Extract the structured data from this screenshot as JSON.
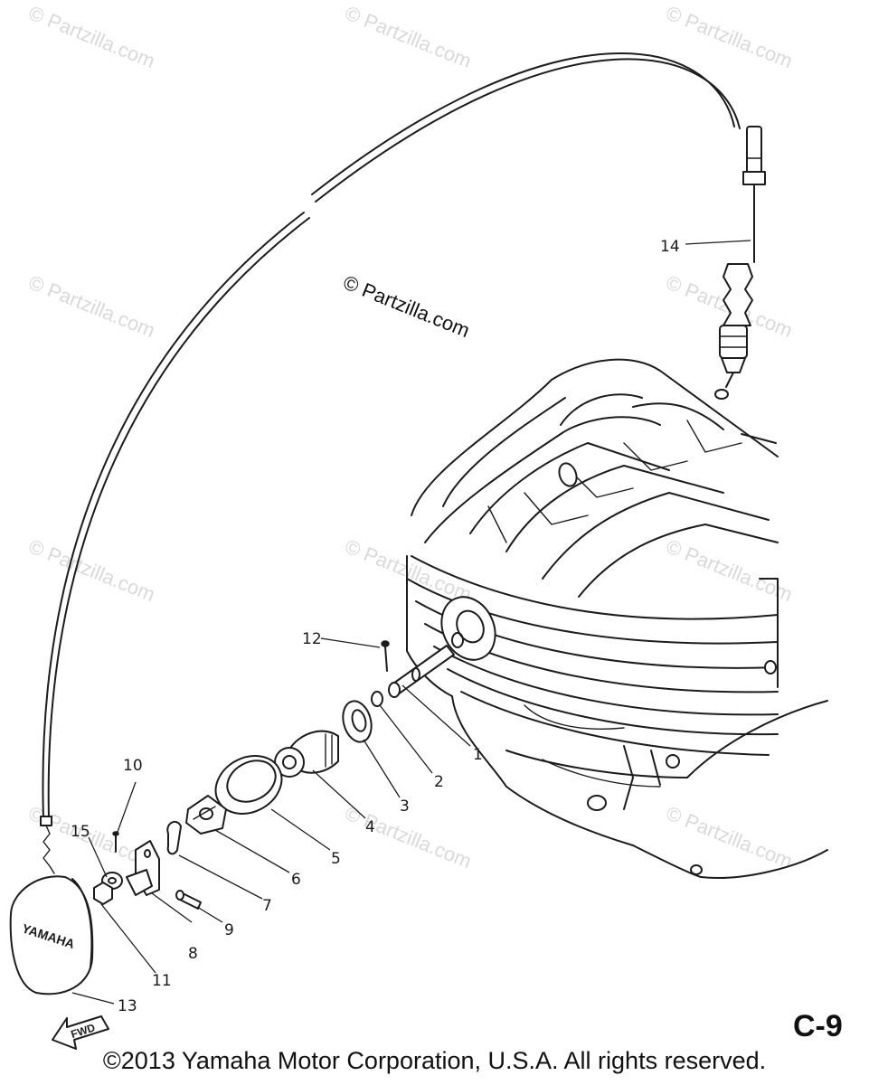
{
  "diagram": {
    "page_code": "C-9",
    "copyright": "©2013  Yamaha Motor Corporation, U.S.A. All rights reserved.",
    "watermark_main": "© Partzilla.com",
    "watermark_faint": "© Partzilla.com",
    "cover_logo": "YAMAHA",
    "fwd_label": "FWD",
    "callouts": [
      "1",
      "2",
      "3",
      "4",
      "5",
      "6",
      "7",
      "8",
      "9",
      "10",
      "11",
      "12",
      "13",
      "14",
      "15"
    ]
  }
}
